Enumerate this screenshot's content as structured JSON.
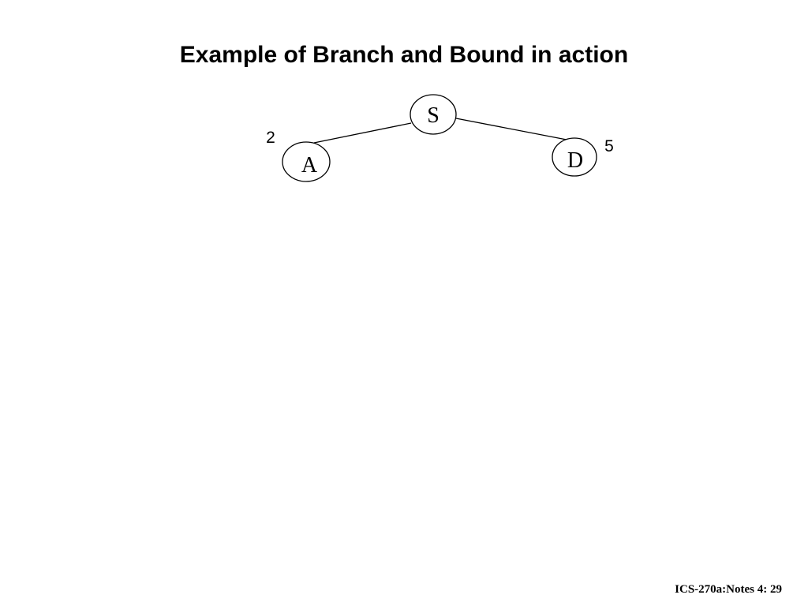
{
  "slide": {
    "title": "Example of Branch and Bound in action",
    "footer": "ICS-270a:Notes 4: 29"
  },
  "tree": {
    "root": "S",
    "children": [
      {
        "label": "A",
        "cost": "2"
      },
      {
        "label": "D",
        "cost": "5"
      }
    ]
  }
}
